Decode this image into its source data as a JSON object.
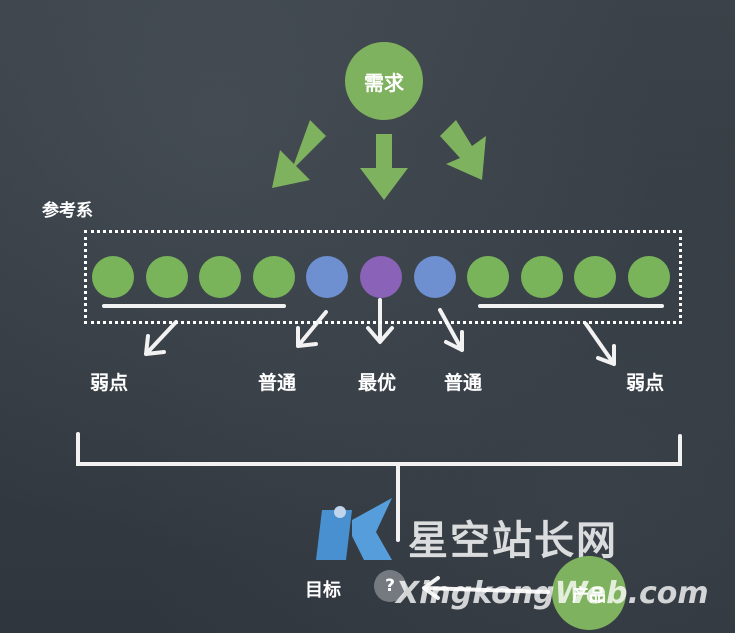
{
  "demand": {
    "label": "需求"
  },
  "reference": {
    "label": "参考系"
  },
  "dots": [
    {
      "color": "#79b45a"
    },
    {
      "color": "#79b45a"
    },
    {
      "color": "#79b45a"
    },
    {
      "color": "#79b45a"
    },
    {
      "color": "#6e8fd0"
    },
    {
      "color": "#8a62b8"
    },
    {
      "color": "#6e8fd0"
    },
    {
      "color": "#79b45a"
    },
    {
      "color": "#79b45a"
    },
    {
      "color": "#79b45a"
    },
    {
      "color": "#79b45a"
    }
  ],
  "labels": {
    "weak_left": "弱点",
    "normal_left": "普通",
    "best": "最优",
    "normal_right": "普通",
    "weak_right": "弱点"
  },
  "bottom": {
    "target": "目标",
    "question": "?",
    "product": "产品"
  },
  "watermark": {
    "brand": "星空站长网",
    "url": "XingkongWeb.com"
  },
  "colors": {
    "green": "#7fb25e",
    "chalk": "#ffffff",
    "background": "#373e45"
  }
}
